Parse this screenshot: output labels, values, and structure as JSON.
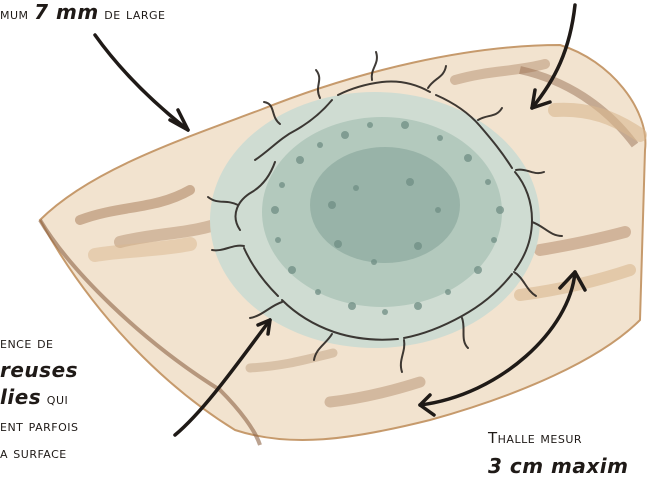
{
  "annotations": {
    "top_left": {
      "prefix": "mum",
      "bold": "7 mm",
      "suffix": "de large"
    },
    "left_block": {
      "line1": "ence de",
      "line2_bold": "reuses",
      "line3_bold": "lies",
      "line3_suffix": "qui",
      "line4": "ent parfois",
      "line5": "a surface"
    },
    "right_block": {
      "line1": "Thalle mesur",
      "line2_bold": "3 cm maxim"
    }
  },
  "colors": {
    "bark_light": "#f2e3cf",
    "bark_mid": "#d9b890",
    "bark_dark": "#9b6a45",
    "lichen_light": "#cfdcd2",
    "lichen_dark": "#6f8e84",
    "ink": "#1f1a17"
  }
}
